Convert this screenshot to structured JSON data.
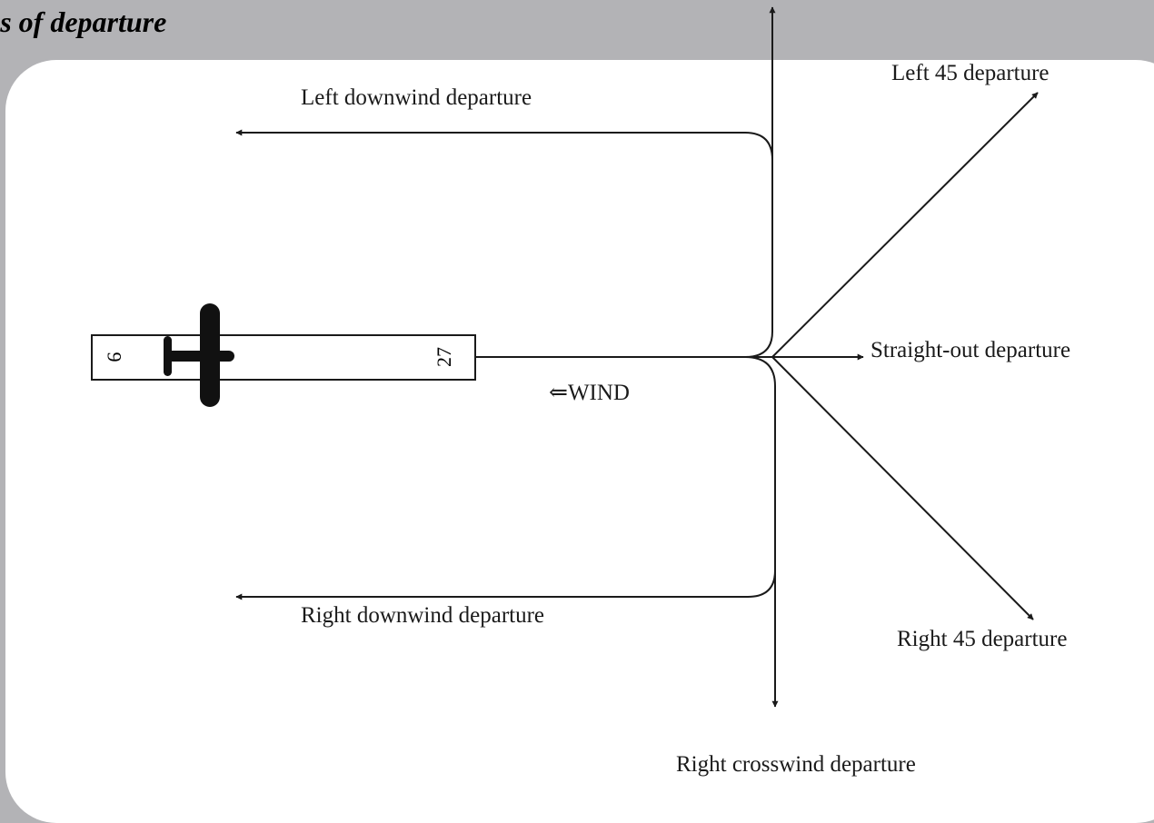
{
  "header": {
    "title": "es of departure"
  },
  "runway": {
    "left_number": "9",
    "right_number": "27"
  },
  "wind": {
    "label": "⇐WIND"
  },
  "routes": {
    "left_downwind": "Left downwind departure",
    "left_45": "Left 45 departure",
    "straight_out": "Straight-out departure",
    "right_45": "Right 45 departure",
    "right_downwind": "Right downwind departure",
    "right_crosswind": "Right crosswind departure"
  },
  "colors": {
    "background": "#b3b3b6",
    "panel": "#ffffff",
    "ink": "#1a1a1a"
  },
  "icons": {
    "aircraft": "airplane-icon"
  }
}
